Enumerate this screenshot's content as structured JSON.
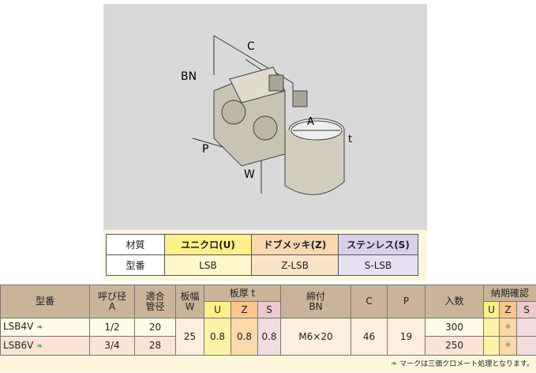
{
  "figure": {
    "labels": {
      "C": "C",
      "BN": "BN",
      "A": "A",
      "t": "t",
      "P": "P",
      "W": "W"
    }
  },
  "material_table": {
    "row1": {
      "header": "材質",
      "u": "ユニクロ(U)",
      "z": "ドブメッキ(Z)",
      "s": "ステンレス(S)"
    },
    "row2": {
      "header": "型番",
      "u": "LSB",
      "z": "Z-LSB",
      "s": "S-LSB"
    }
  },
  "spec_table": {
    "headers": {
      "model": "型番",
      "nominal": "呼び径",
      "nominal_sub": "A",
      "pipe": "適合",
      "pipe_sub": "管径",
      "width": "板幅",
      "width_sub": "W",
      "thickness": "板厚 t",
      "bolt": "締付",
      "bolt_sub": "BN",
      "c": "C",
      "p": "P",
      "qty": "入数",
      "delivery": "納期確認",
      "u": "U",
      "z": "Z",
      "s": "S"
    },
    "rows": [
      {
        "model": "LSB4V",
        "nominal": "1/2",
        "pipe": "20",
        "qty": "300",
        "delivery_z": "※"
      },
      {
        "model": "LSB6V",
        "nominal": "3/4",
        "pipe": "28",
        "qty": "250",
        "delivery_z": "※"
      }
    ],
    "shared": {
      "width": "25",
      "t_u": "0.8",
      "t_z": "0.8",
      "t_s": "0.8",
      "bolt": "M6×20",
      "c": "46",
      "p": "19"
    }
  },
  "footnote": "マークは三価クロメート処理となります。"
}
